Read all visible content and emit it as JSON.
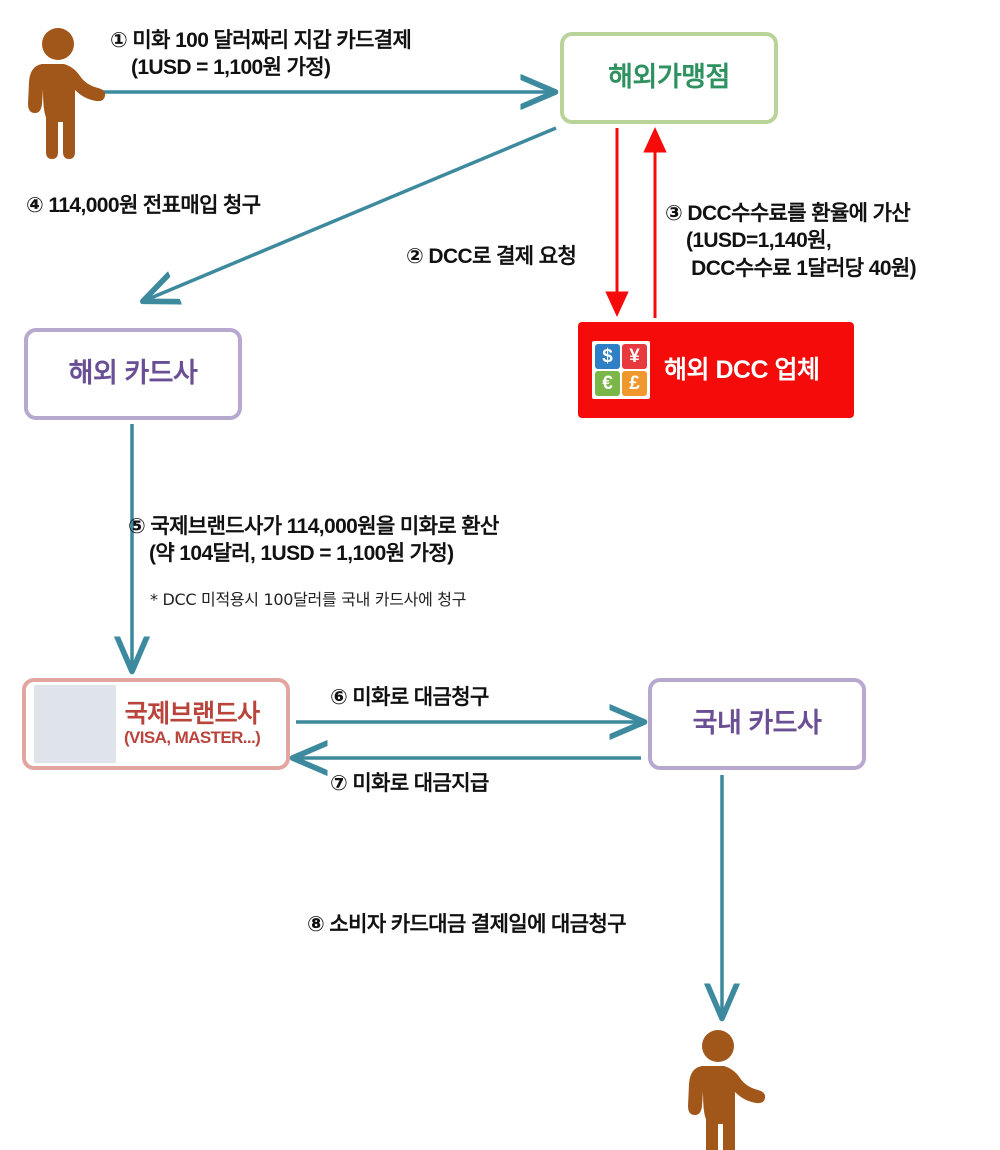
{
  "diagram": {
    "title": "DCC (Dynamic Currency Conversion) overseas card payment flow",
    "colors": {
      "arrow_teal": "#3d8a9e",
      "arrow_red": "#f60b0b",
      "merchant_border": "#b9d49a",
      "merchant_text": "#2e9160",
      "card_border": "#b7a8d0",
      "card_text": "#6a4f95",
      "dcc_bg": "#f60b0b",
      "dcc_text": "#ffffff",
      "brand_border": "#e3a5a0",
      "brand_text": "#b8443c",
      "person": "#a1561a"
    }
  },
  "nodes": {
    "merchant": {
      "label": "해외가맹점"
    },
    "foreign_card": {
      "label": "해외 카드사"
    },
    "dcc": {
      "label": "해외 DCC 업체",
      "icon": "currency-grid-icon"
    },
    "brand": {
      "title": "국제브랜드사",
      "subtitle": "(VISA, MASTER...)",
      "icon": "credit-cards-photo"
    },
    "domestic_card": {
      "label": "국내 카드사"
    },
    "consumer_left": {
      "icon": "person-icon"
    },
    "consumer_bottom": {
      "icon": "person-icon"
    }
  },
  "steps": {
    "s1": "① 미화 100 달러짜리 지갑 카드결제\n    (1USD = 1,100원 가정)",
    "s2": "② DCC로 결제 요청",
    "s3": "③ DCC수수료를 환율에 가산\n    (1USD=1,140원,\n     DCC수수료 1달러당 40원)",
    "s4": "④ 114,000원 전표매입 청구",
    "s5": "⑤ 국제브랜드사가 114,000원을 미화로 환산\n    (약 104달러, 1USD = 1,100원 가정)",
    "s5_note": "* DCC 미적용시 100달러를 국내 카드사에 청구",
    "s6": "⑥ 미화로 대금청구",
    "s7": "⑦ 미화로 대금지급",
    "s8": "⑧ 소비자 카드대금 결제일에 대금청구"
  },
  "currency_icon": {
    "cells": [
      {
        "symbol": "$",
        "color": "#2f7fc4",
        "name": "usd"
      },
      {
        "symbol": "¥",
        "color": "#e8393f",
        "name": "jpy"
      },
      {
        "symbol": "€",
        "color": "#7ab648",
        "name": "eur"
      },
      {
        "symbol": "£",
        "color": "#f0982e",
        "name": "gbp"
      }
    ]
  }
}
